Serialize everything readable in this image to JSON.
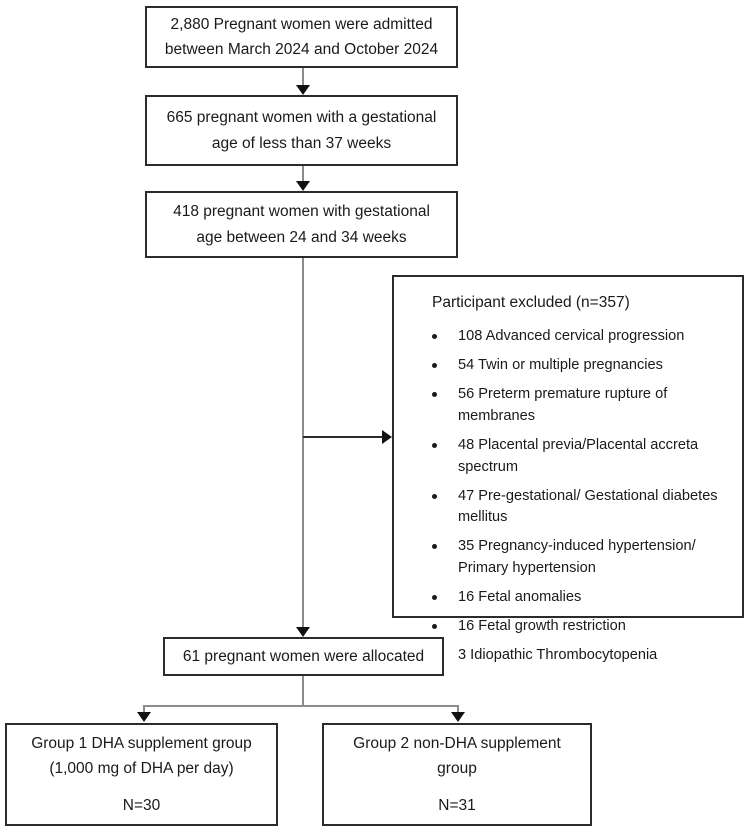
{
  "diagram": {
    "title": "Participant flow diagram",
    "colors": {
      "box_border": "#2b2b2b",
      "connector": "#8c8c8c",
      "arrowhead": "#111111",
      "text": "#1a1a1a",
      "background": "#ffffff"
    }
  },
  "nodes": {
    "admitted": {
      "line1": "2,880 Pregnant women were admitted",
      "line2": "between March 2024 and October 2024"
    },
    "preterm": {
      "line1": "665 pregnant women with a gestational",
      "line2": "age of less than 37 weeks"
    },
    "ga_24_34": {
      "line1": "418 pregnant women with gestational",
      "line2": "age between 24 and 34 weeks"
    },
    "allocated": {
      "line1": "61 pregnant women were allocated"
    },
    "group1": {
      "line1": "Group 1 DHA supplement group",
      "line2": "(1,000 mg of DHA per day)",
      "line3": "N=30"
    },
    "group2": {
      "line1": "Group 2 non-DHA supplement",
      "line2": "group",
      "line3": "N=31"
    }
  },
  "excluded": {
    "title": "Participant excluded (n=357)",
    "total": 357,
    "items": [
      {
        "count": 108,
        "reason": "108 Advanced cervical progression"
      },
      {
        "count": 54,
        "reason": "54 Twin or multiple pregnancies"
      },
      {
        "count": 56,
        "reason": "56 Preterm premature rupture of membranes"
      },
      {
        "count": 48,
        "reason": "48 Placental previa/Placental accreta spectrum"
      },
      {
        "count": 47,
        "reason": "47 Pre-gestational/ Gestational diabetes mellitus"
      },
      {
        "count": 35,
        "reason": "35 Pregnancy-induced hypertension/ Primary hypertension"
      },
      {
        "count": 16,
        "reason": "16 Fetal anomalies"
      },
      {
        "count": 16,
        "reason": "16 Fetal growth restriction"
      },
      {
        "count": 3,
        "reason": "3 Idiopathic Thrombocytopenia"
      }
    ]
  }
}
